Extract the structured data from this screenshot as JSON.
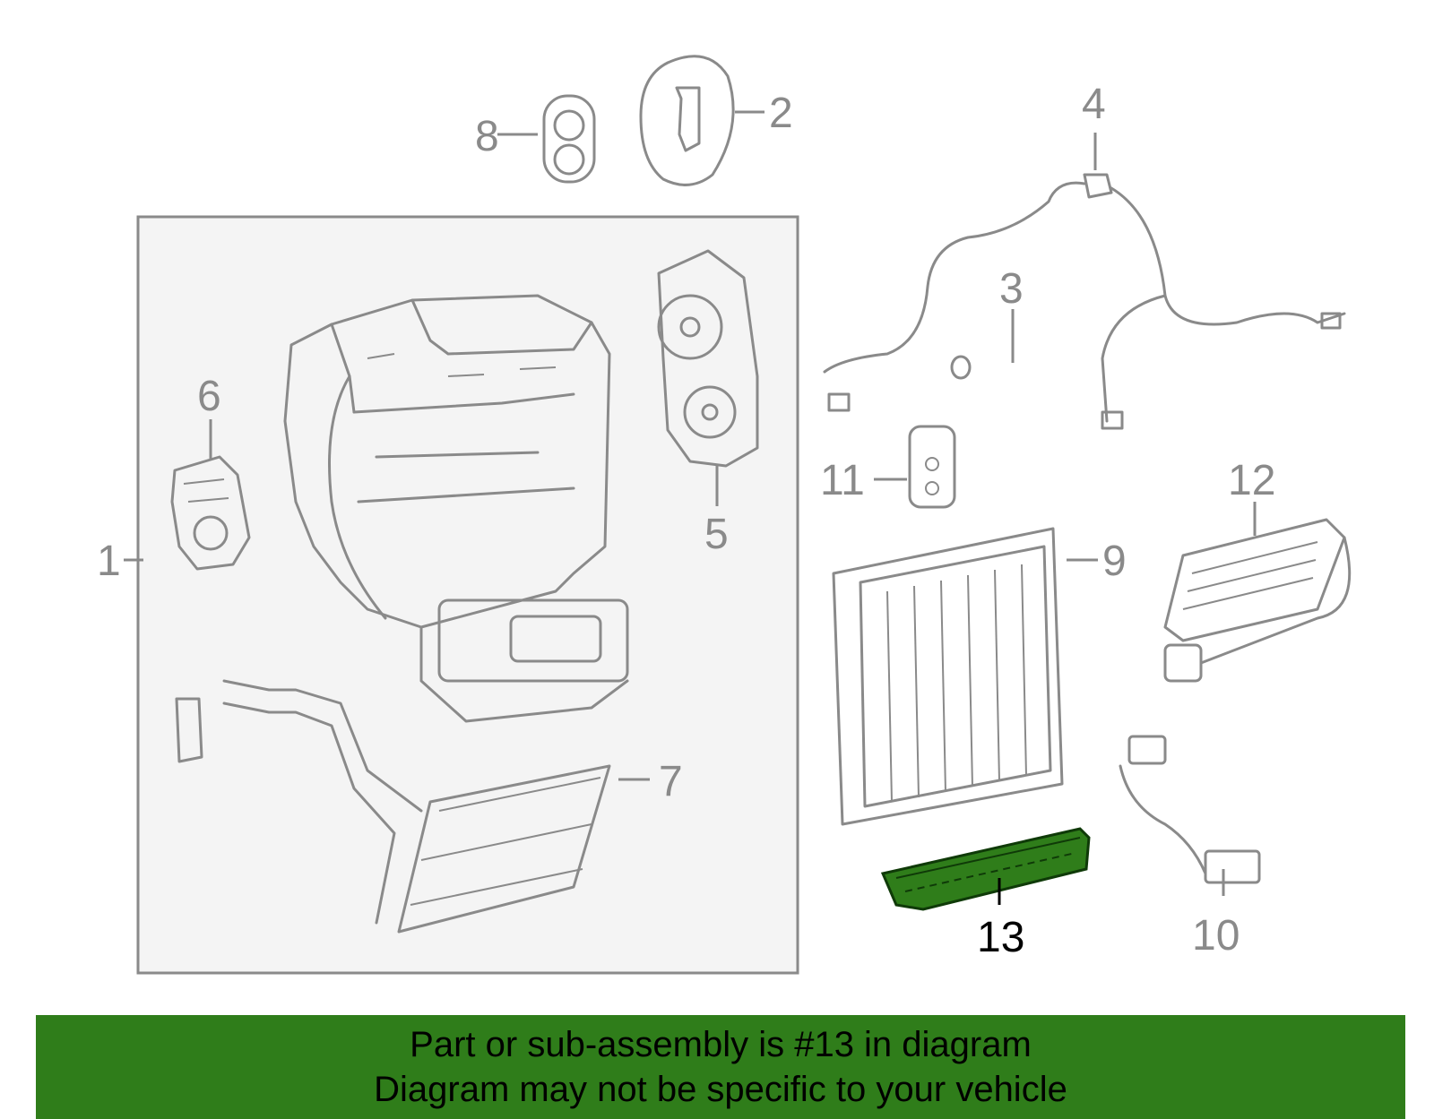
{
  "diagram": {
    "highlight_color": "#2f7d1a",
    "callouts": [
      {
        "id": "1",
        "label": "1"
      },
      {
        "id": "2",
        "label": "2"
      },
      {
        "id": "3",
        "label": "3"
      },
      {
        "id": "4",
        "label": "4"
      },
      {
        "id": "5",
        "label": "5"
      },
      {
        "id": "6",
        "label": "6"
      },
      {
        "id": "7",
        "label": "7"
      },
      {
        "id": "8",
        "label": "8"
      },
      {
        "id": "9",
        "label": "9"
      },
      {
        "id": "10",
        "label": "10"
      },
      {
        "id": "11",
        "label": "11"
      },
      {
        "id": "12",
        "label": "12"
      },
      {
        "id": "13",
        "label": "13",
        "highlighted": true
      }
    ]
  },
  "banner": {
    "line1": "Part or sub-assembly is #13 in diagram",
    "line2": "Diagram may not be specific to your vehicle",
    "background": "#2f7d1a"
  }
}
